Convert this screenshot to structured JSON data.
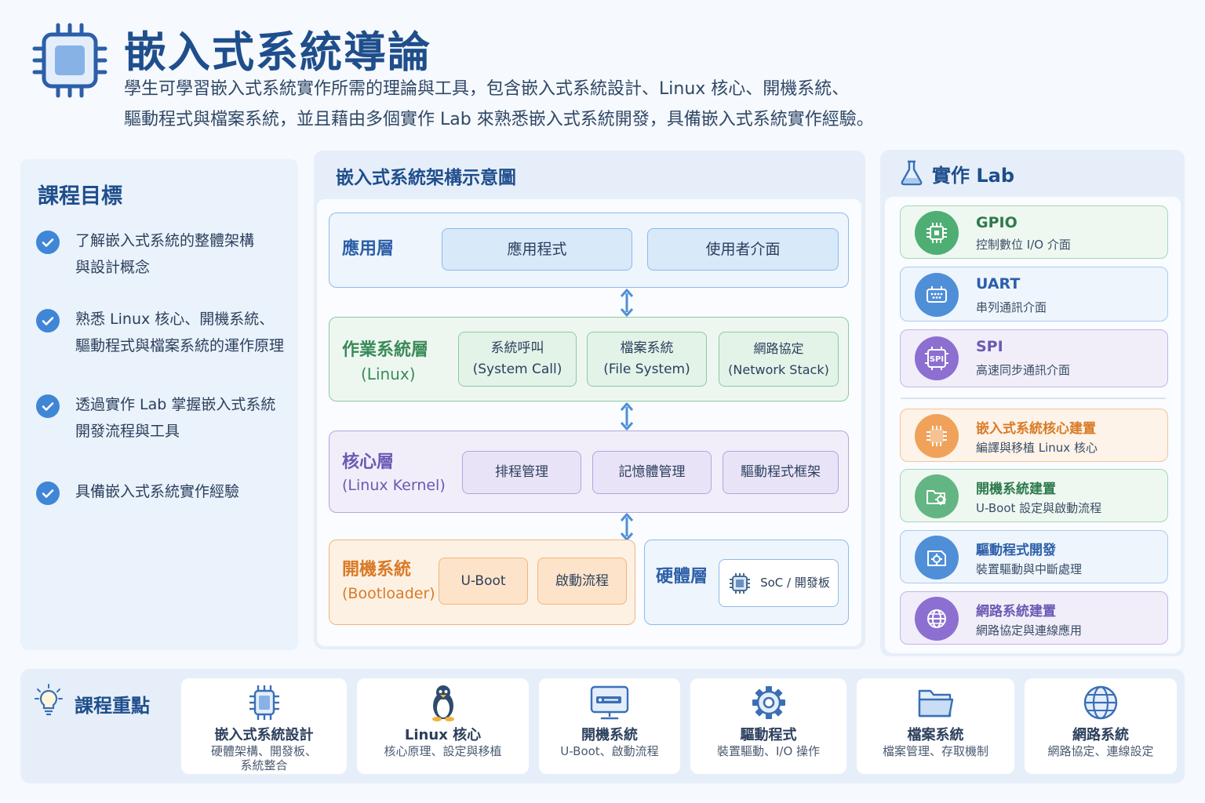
{
  "header": {
    "title": "嵌入式系統導論",
    "desc_line1": "學生可學習嵌入式系統實作所需的理論與工具，包含嵌入式系統設計、Linux 核心、開機系統、",
    "desc_line2": "驅動程式與檔案系統，並且藉由多個實作 Lab 來熟悉嵌入式系統開發，具備嵌入式系統實作經驗。",
    "icon": "chip-icon"
  },
  "goals": {
    "title": "課程目標",
    "items": [
      "了解嵌入式系統的整體架構\n與設計概念",
      "熟悉 Linux 核心、開機系統、\n驅動程式與檔案系統的運作原理",
      "透過實作 Lab 掌握嵌入式系統\n開發流程與工具",
      "具備嵌入式系統實作經驗"
    ]
  },
  "architecture": {
    "title": "嵌入式系統架構示意圖",
    "app": {
      "name": "應用層",
      "items": [
        "應用程式",
        "使用者介面"
      ]
    },
    "os": {
      "name": "作業系統層",
      "sub": "(Linux)",
      "items": [
        {
          "l1": "系統呼叫",
          "l2": "(System Call)"
        },
        {
          "l1": "檔案系統",
          "l2": "(File System)"
        },
        {
          "l1": "網路協定",
          "l2": "(Network Stack)"
        }
      ]
    },
    "kernel": {
      "name": "核心層",
      "sub": "(Linux Kernel)",
      "items": [
        "排程管理",
        "記憶體管理",
        "驅動程式框架"
      ]
    },
    "boot": {
      "name": "開機系統",
      "sub": "(Bootloader)",
      "items": [
        "U-Boot",
        "啟動流程"
      ]
    },
    "hw": {
      "name": "硬體層",
      "item": "SoC / 開發板"
    },
    "colors": {
      "blue": "#4f8fd8",
      "green": "#58b07a",
      "purple": "#8d78c9",
      "orange": "#ec9a4c"
    }
  },
  "labs": {
    "title": "實作 Lab",
    "items": [
      {
        "name": "GPIO",
        "desc": "控制數位 I/O 介面",
        "icon": "gpio-chip-icon"
      },
      {
        "name": "UART",
        "desc": "串列通訊介面",
        "icon": "serial-port-icon"
      },
      {
        "name": "SPI",
        "desc": "高速同步通訊介面",
        "icon": "spi-chip-icon",
        "badge": "SPI"
      },
      {
        "name": "嵌入式系統核心建置",
        "desc": "編譯與移植 Linux 核心",
        "icon": "kernel-chip-icon"
      },
      {
        "name": "開機系統建置",
        "desc": "U-Boot 設定與啟動流程",
        "icon": "boot-folder-gear-icon"
      },
      {
        "name": "驅動程式開發",
        "desc": "裝置驅動與中斷處理",
        "icon": "driver-gear-icon"
      },
      {
        "name": "網路系統建置",
        "desc": "網路協定與連線應用",
        "icon": "globe-icon"
      }
    ]
  },
  "highlights": {
    "title": "課程重點",
    "items": [
      {
        "title": "嵌入式系統設計",
        "desc": "硬體架構、開發板、\n系統整合",
        "icon": "chip-icon"
      },
      {
        "title": "Linux 核心",
        "desc": "核心原理、設定與移植",
        "icon": "penguin-icon"
      },
      {
        "title": "開機系統",
        "desc": "U-Boot、啟動流程",
        "icon": "monitor-icon"
      },
      {
        "title": "驅動程式",
        "desc": "裝置驅動、I/O 操作",
        "icon": "gear-icon"
      },
      {
        "title": "檔案系統",
        "desc": "檔案管理、存取機制",
        "icon": "folder-icon"
      },
      {
        "title": "網路系統",
        "desc": "網路協定、連線設定",
        "icon": "globe-icon"
      }
    ]
  }
}
